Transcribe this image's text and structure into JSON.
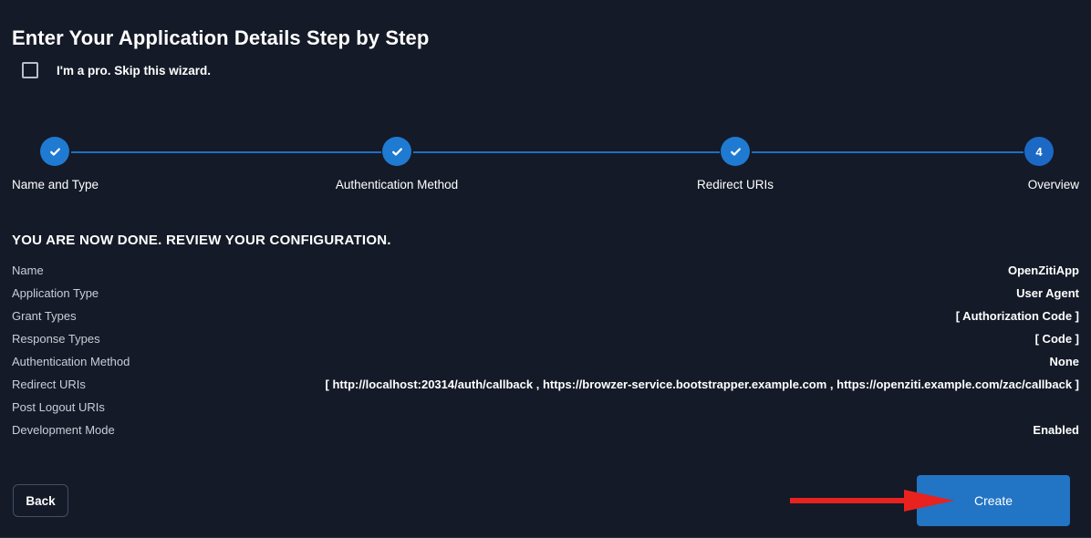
{
  "header": {
    "title": "Enter Your Application Details Step by Step"
  },
  "skip": {
    "label": "I'm a pro. Skip this wizard.",
    "checked": false
  },
  "stepper": {
    "current_step": 4,
    "steps": [
      {
        "index": "1",
        "label": "Name and Type",
        "state": "complete",
        "mark": "✓"
      },
      {
        "index": "2",
        "label": "Authentication Method",
        "state": "complete",
        "mark": "✓"
      },
      {
        "index": "3",
        "label": "Redirect URIs",
        "state": "complete",
        "mark": "✓"
      },
      {
        "index": "4",
        "label": "Overview",
        "state": "current",
        "mark": "4"
      }
    ],
    "line_color": "#1f6fc4",
    "node_color": "#1f7ad1",
    "current_node_color": "#1c69c5"
  },
  "review": {
    "heading": "YOU ARE NOW DONE. REVIEW YOUR CONFIGURATION.",
    "rows": [
      {
        "label": "Name",
        "value": "OpenZitiApp"
      },
      {
        "label": "Application Type",
        "value": "User Agent"
      },
      {
        "label": "Grant Types",
        "value": "[ Authorization Code ]"
      },
      {
        "label": "Response Types",
        "value": "[ Code ]"
      },
      {
        "label": "Authentication Method",
        "value": "None"
      },
      {
        "label": "Redirect URIs",
        "value": "[ http://localhost:20314/auth/callback , https://browzer-service.bootstrapper.example.com , https://openziti.example.com/zac/callback ]"
      },
      {
        "label": "Post Logout URIs",
        "value": ""
      },
      {
        "label": "Development Mode",
        "value": "Enabled"
      }
    ]
  },
  "footer": {
    "back_label": "Back",
    "create_label": "Create",
    "create_color": "#2274c4"
  },
  "annotation": {
    "arrow_color": "#e8221f",
    "points_to": "Create"
  },
  "theme": {
    "background": "#141a27",
    "text": "#ffffff",
    "muted_text": "#c9ced8",
    "accent": "#1f7ad1"
  }
}
